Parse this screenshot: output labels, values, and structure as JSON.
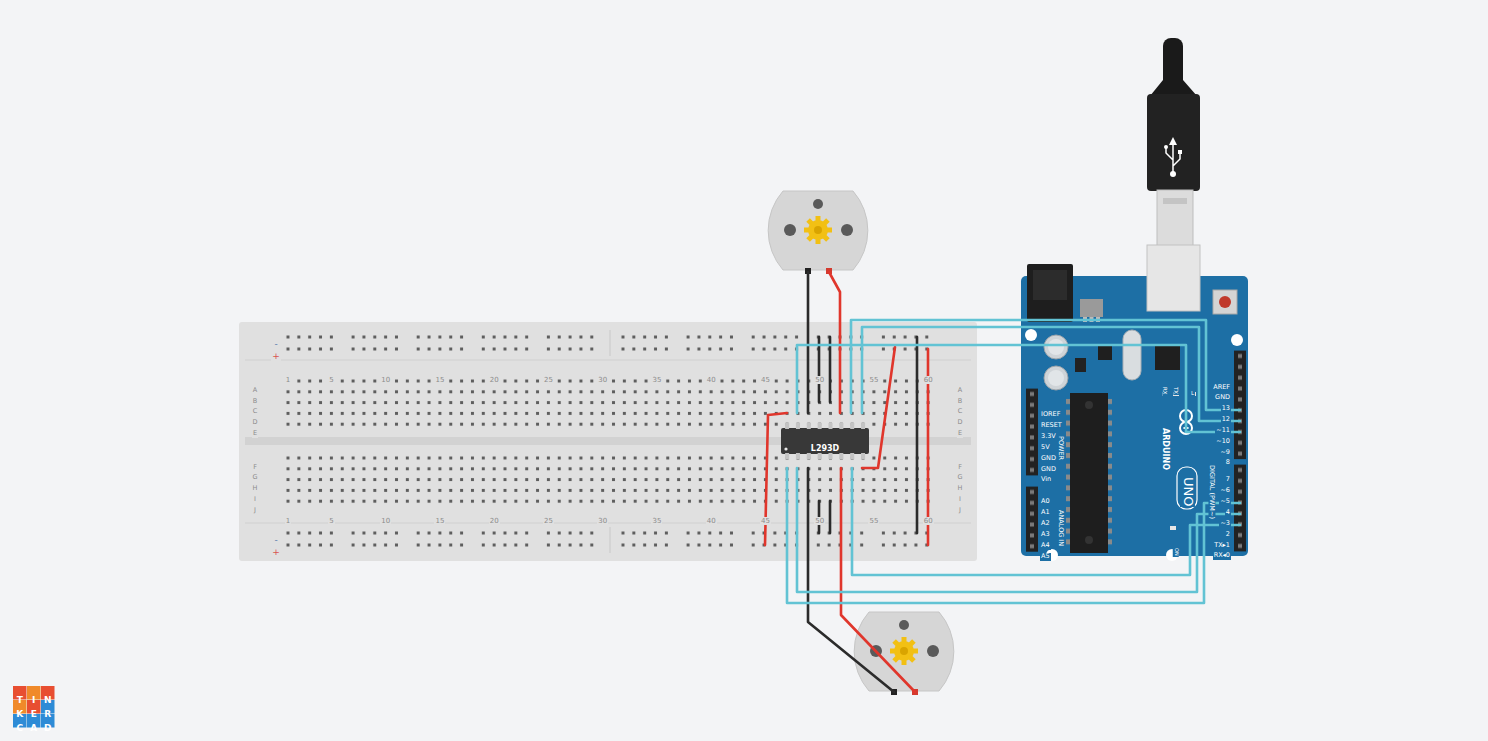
{
  "diagram": {
    "nodes": [
      {
        "text": [
          "-",
          "+",
          "1",
          "5",
          "10",
          "15",
          "20",
          "25",
          "30",
          "35",
          "40",
          "45",
          "50",
          "55",
          "60",
          "A",
          "B",
          "C",
          "D",
          "E",
          "A",
          "B",
          "C",
          "D",
          "E",
          "F",
          "G",
          "H",
          "I",
          "J",
          "F",
          "G",
          "H",
          "I",
          "J",
          "1",
          "5",
          "10",
          "15",
          "20",
          "25",
          "30",
          "35",
          "40",
          "45",
          "50",
          "55",
          "60",
          "-",
          "+"
        ]
      },
      {
        "text": [
          "L293D"
        ],
        "in": 0
      },
      {
        "text": [
          "AREF",
          "GND",
          "13",
          "12",
          "~11",
          "~10",
          "~9",
          "8",
          "7",
          "~6",
          "~5",
          "4",
          "~3",
          "2",
          "TX▸1",
          "RX◂0",
          "DIGITAL (PWM~)",
          "RX",
          "TX",
          "L",
          "ARDUINO",
          "UNO",
          "ON",
          "IOREF",
          "RESET",
          "3.3V",
          "5V",
          "GND",
          "GND",
          "Vin",
          "POWER",
          "A0",
          "A1",
          "A2",
          "A3",
          "A4",
          "A5",
          "ANALOG IN"
        ]
      }
    ],
    "labels": [
      "T",
      "I",
      "N",
      "K",
      "E",
      "R",
      "C",
      "A",
      "D"
    ]
  }
}
